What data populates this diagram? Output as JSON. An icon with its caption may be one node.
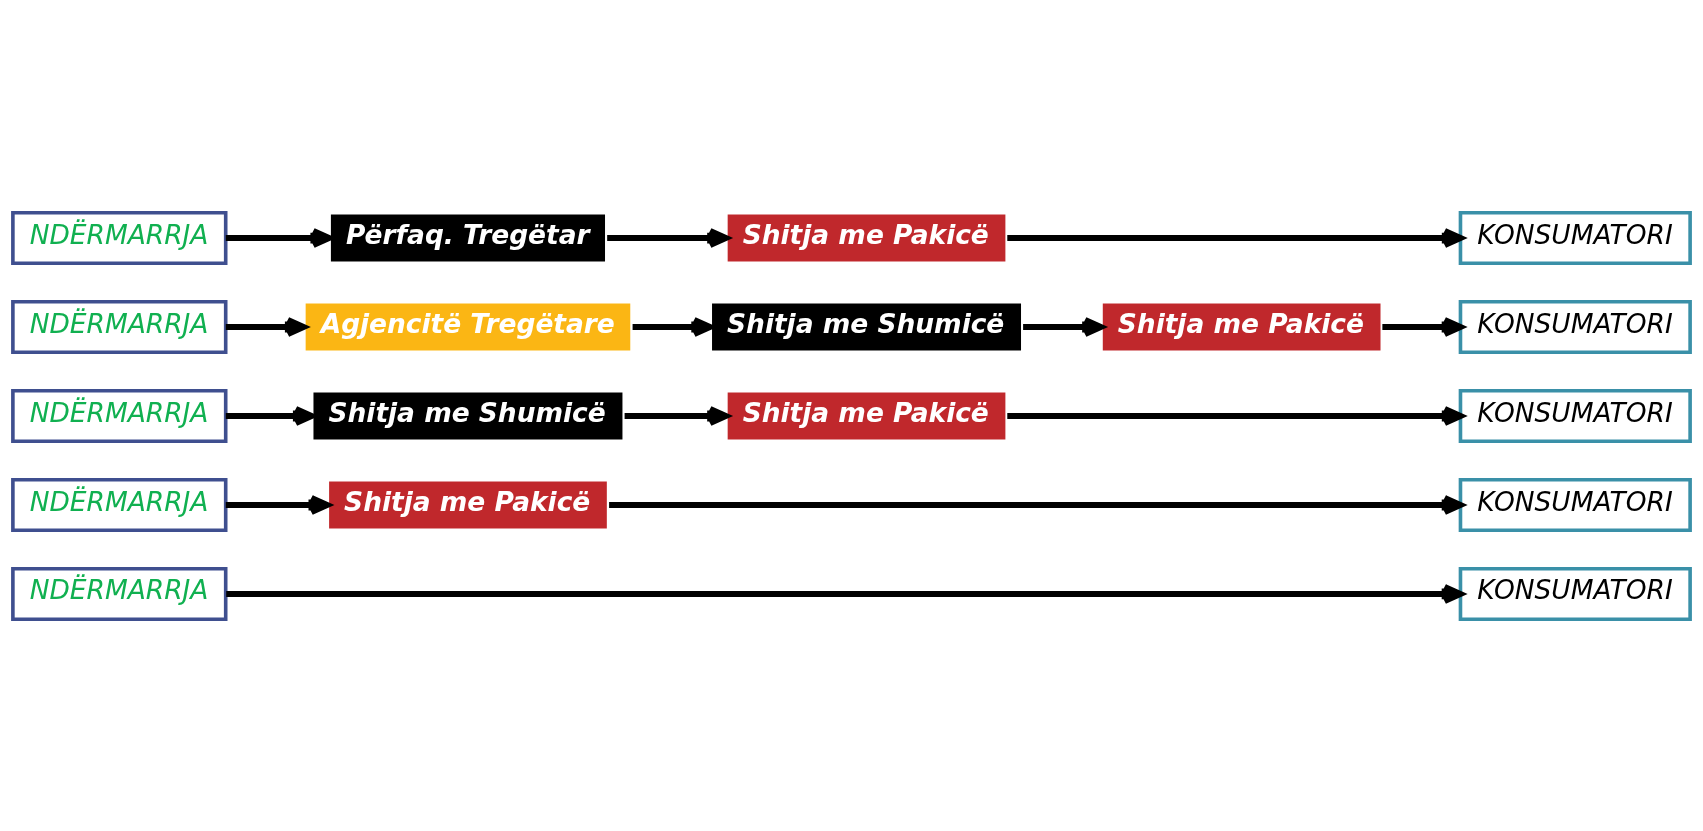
{
  "diagram": {
    "nodes": [
      {
        "text": [
          "NDËRMARRJA"
        ]
      },
      {
        "text": [
          "KONSUMATORI"
        ]
      },
      {
        "text": [
          "NDËRMARRJA"
        ]
      },
      {
        "text": [
          "Shitja me Pakicë"
        ]
      },
      {
        "text": [
          "KONSUMATORI"
        ]
      },
      {
        "text": [
          "NDËRMARRJA"
        ]
      },
      {
        "text": [
          "Shitja me Shumicë"
        ]
      },
      {
        "text": [
          "Shitja me Pakicë"
        ]
      },
      {
        "text": [
          "KONSUMATORI"
        ]
      },
      {
        "text": [
          "NDËRMARRJA"
        ]
      },
      {
        "text": [
          "Agjencitë Tregëtare"
        ]
      },
      {
        "text": [
          "Shitja me Shumicë"
        ]
      },
      {
        "text": [
          "Shitja me Pakicë"
        ]
      },
      {
        "text": [
          "KONSUMATORI"
        ]
      },
      {
        "text": [
          "NDËRMARRJA"
        ]
      },
      {
        "text": [
          "Përfaq. Tregëtar"
        ]
      },
      {
        "text": [
          "Shitja me Pakicë"
        ]
      },
      {
        "text": [
          "KONSUMATORI"
        ]
      }
    ],
    "edges": [
      {
        "from": 0,
        "to": 1,
        "arrow": "to"
      },
      {
        "from": 2,
        "to": 3,
        "arrow": "to"
      },
      {
        "from": 3,
        "to": 4,
        "arrow": "to"
      },
      {
        "from": 5,
        "to": 6,
        "arrow": "to"
      },
      {
        "from": 6,
        "to": 7,
        "arrow": "to"
      },
      {
        "from": 7,
        "to": 8,
        "arrow": "to"
      },
      {
        "from": 9,
        "to": 10,
        "arrow": "to"
      },
      {
        "from": 10,
        "to": 11,
        "arrow": "to"
      },
      {
        "from": 11,
        "to": 12,
        "arrow": "to"
      },
      {
        "from": 12,
        "to": 13,
        "arrow": "to"
      },
      {
        "from": 14,
        "to": 15,
        "arrow": "to"
      },
      {
        "from": 15,
        "to": 16,
        "arrow": "to"
      },
      {
        "from": 16,
        "to": 17,
        "arrow": "to"
      }
    ]
  }
}
